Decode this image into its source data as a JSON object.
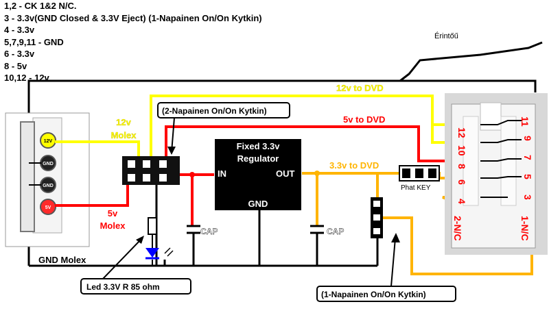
{
  "legend": [
    "1,2 - CK 1&2 N/C.",
    "3 - 3.3v(GND Closed & 3.3V Eject) (1-Napainen On/On Kytkin)",
    "4 - 3.3v",
    "5,7,9,11 - GND",
    "6 - 3.3v",
    "8 - 5v",
    "10,12 - 12v"
  ],
  "labels": {
    "erinto": "Érintőű",
    "v12_dvd": "12v to DVD",
    "v5_dvd": "5v to DVD",
    "v33_dvd": "3.3v to DVD",
    "switch2": "(2-Napainen On/On Kytkin)",
    "switch1": "(1-Napainen On/On Kytkin)",
    "v12_molex_1": "12v",
    "v12_molex_2": "Molex",
    "v5_molex_1": "5v",
    "v5_molex_2": "Molex",
    "gnd_molex": "GND Molex",
    "reg_title_1": "Fixed 3.3v",
    "reg_title_2": "Regulator",
    "reg_in": "IN",
    "reg_out": "OUT",
    "reg_gnd": "GND",
    "cap": "CAP",
    "phat_key": "Phat KEY",
    "led": "Led 3.3V  R 85 ohm",
    "molex_12v": "12V",
    "molex_gnd1": "GND",
    "molex_gnd2": "GND",
    "molex_5v": "5V"
  },
  "pins": [
    "12",
    "11",
    "10",
    "9",
    "8",
    "7",
    "6",
    "5",
    "4",
    "3"
  ],
  "pin_nc_left": "2-N/C",
  "pin_nc_right": "1-N/C",
  "colors": {
    "wire_12v": "#ffff00",
    "wire_5v": "#ff0000",
    "wire_33v": "#ffb400",
    "wire_gnd": "#000000",
    "led": "#0000ff"
  }
}
